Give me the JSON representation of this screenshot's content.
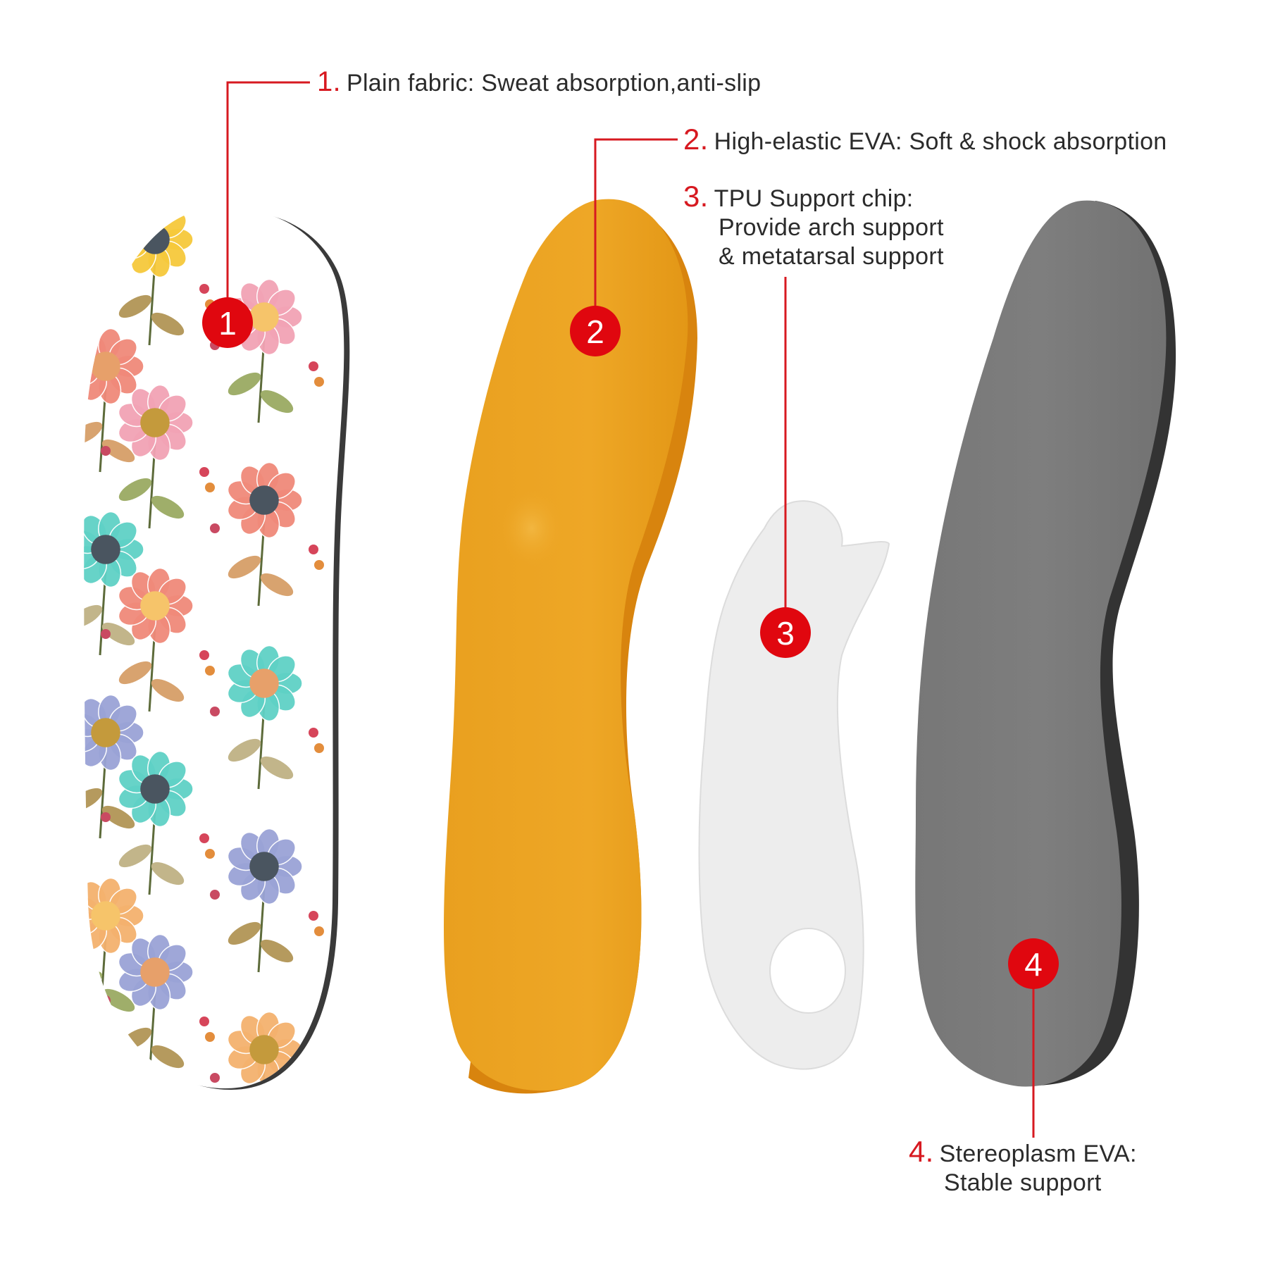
{
  "colors": {
    "accent_red": "#d71920",
    "text": "#2b2b2b",
    "fabric_layer": "#ffffff",
    "eva_layer": "#eea322",
    "tpu_layer": "#ececec",
    "stereoplasm_layer": "#7c7c7c"
  },
  "layers": [
    {
      "badge": "1",
      "number": "1.",
      "lines": [
        "Plain fabric: Sweat absorption,anti-slip"
      ]
    },
    {
      "badge": "2",
      "number": "2.",
      "lines": [
        "High-elastic EVA: Soft & shock absorption"
      ]
    },
    {
      "badge": "3",
      "number": "3.",
      "lines": [
        "TPU Support chip:",
        "Provide arch support",
        "& metatarsal support"
      ]
    },
    {
      "badge": "4",
      "number": "4.",
      "lines": [
        "Stereoplasm EVA:",
        "Stable support"
      ]
    }
  ]
}
